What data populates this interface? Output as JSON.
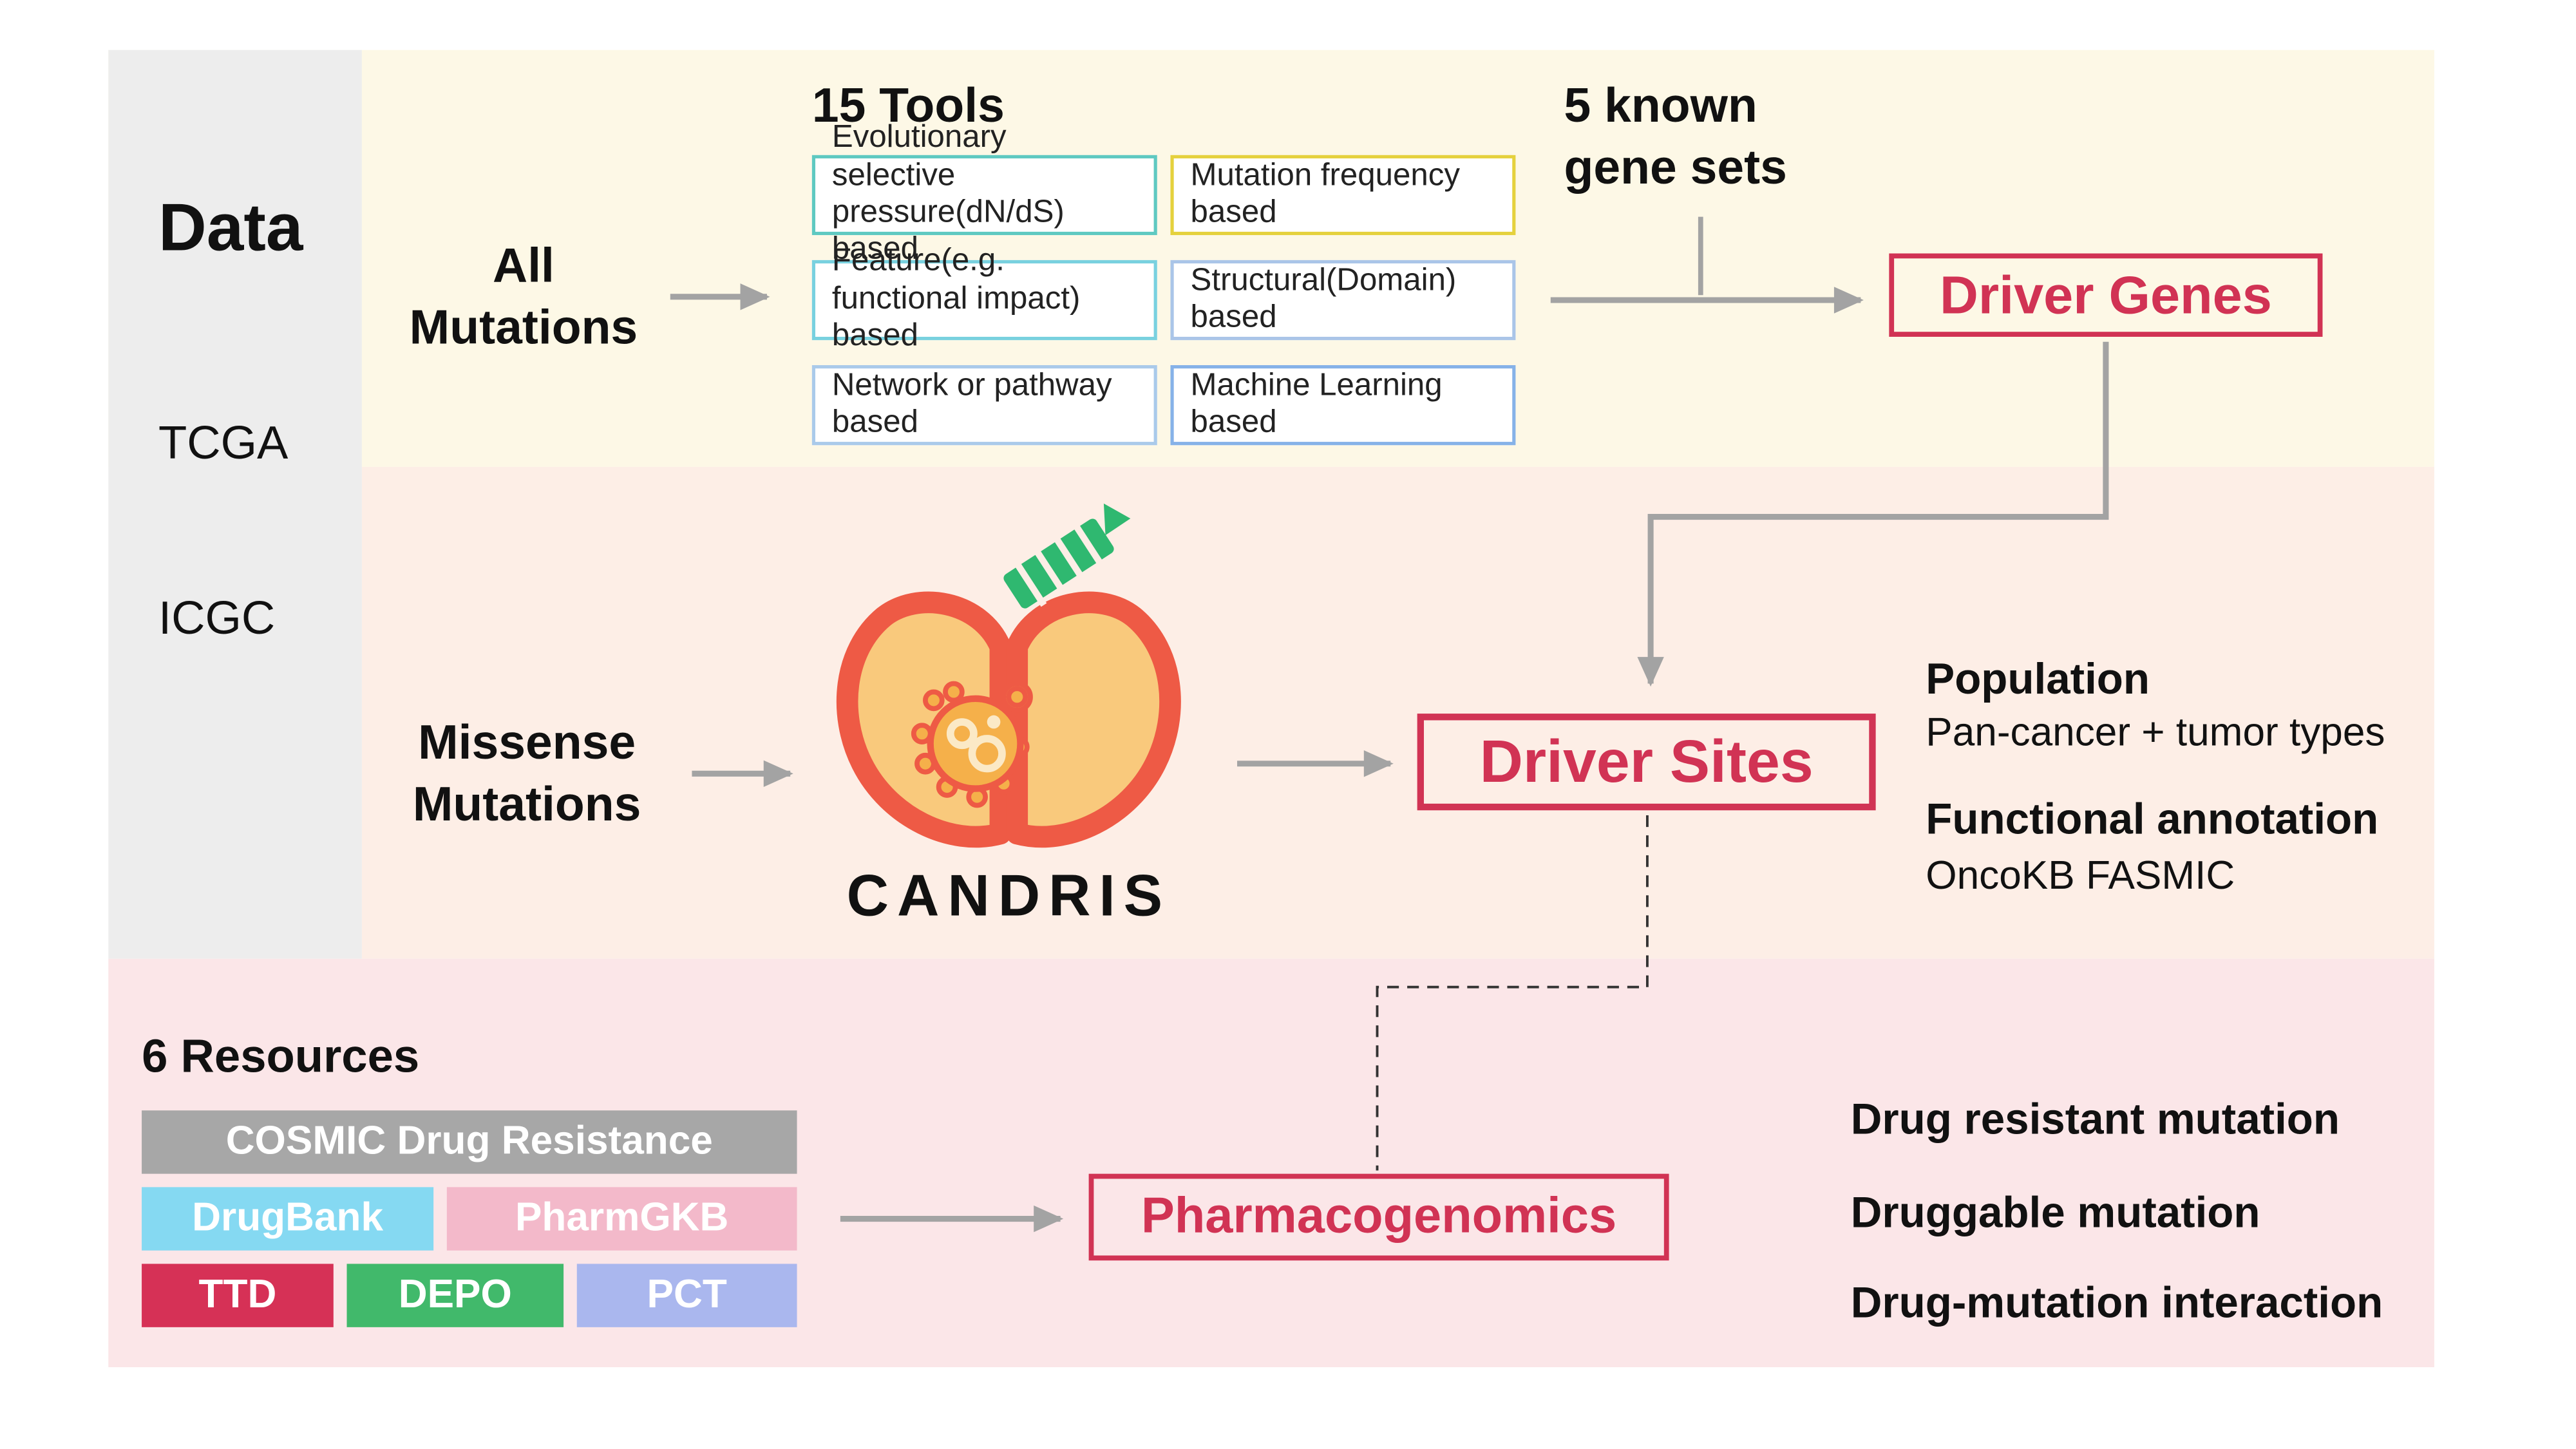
{
  "diagram": {
    "data_panel": {
      "title": "Data",
      "sources": [
        "TCGA",
        "ICGC"
      ]
    },
    "top": {
      "input": "All\nMutations",
      "tools_heading": "15 Tools",
      "tools": [
        {
          "label": "Evolutionary selective pressure(dN/dS) based",
          "border_color": "#5fc9c1"
        },
        {
          "label": "Mutation frequency based",
          "border_color": "#e5d13d"
        },
        {
          "label": "Feature(e.g. functional impact) based",
          "border_color": "#79d1df"
        },
        {
          "label": "Structural(Domain) based",
          "border_color": "#aac5e8"
        },
        {
          "label": "Network or pathway based",
          "border_color": "#aacaea"
        },
        {
          "label": "Machine Learning based",
          "border_color": "#86b2e8"
        }
      ],
      "gene_sets": "5 known\ngene sets",
      "driver_genes": "Driver Genes"
    },
    "middle": {
      "input": "Missense\nMutations",
      "logo_text": "CANDRIS",
      "driver_sites": "Driver Sites",
      "population_heading": "Population",
      "population_detail": "Pan-cancer + tumor types",
      "functional_heading": "Functional annotation",
      "functional_detail": "OncoKB FASMIC"
    },
    "bottom": {
      "resources_heading": "6 Resources",
      "resources": [
        {
          "label": "COSMIC Drug Resistance",
          "bg_color": "#a7a7a7"
        },
        {
          "label": "DrugBank",
          "bg_color": "#85d9f2"
        },
        {
          "label": "PharmGKB",
          "bg_color": "#f3b9ca"
        },
        {
          "label": "TTD",
          "bg_color": "#d63156"
        },
        {
          "label": "DEPO",
          "bg_color": "#41b96b"
        },
        {
          "label": "PCT",
          "bg_color": "#aab7ee"
        }
      ],
      "pharmacogenomics": "Pharmacogenomics",
      "outputs": [
        "Drug resistant mutation",
        "Druggable mutation",
        "Drug-mutation interaction"
      ]
    },
    "colors": {
      "accent": "#d13354",
      "arrow": "#a3a3a3",
      "band_top": "#fdf8e6",
      "band_middle": "#fdeee6",
      "band_bottom": "#fbe6e8",
      "data_panel_bg": "#ededed"
    }
  }
}
